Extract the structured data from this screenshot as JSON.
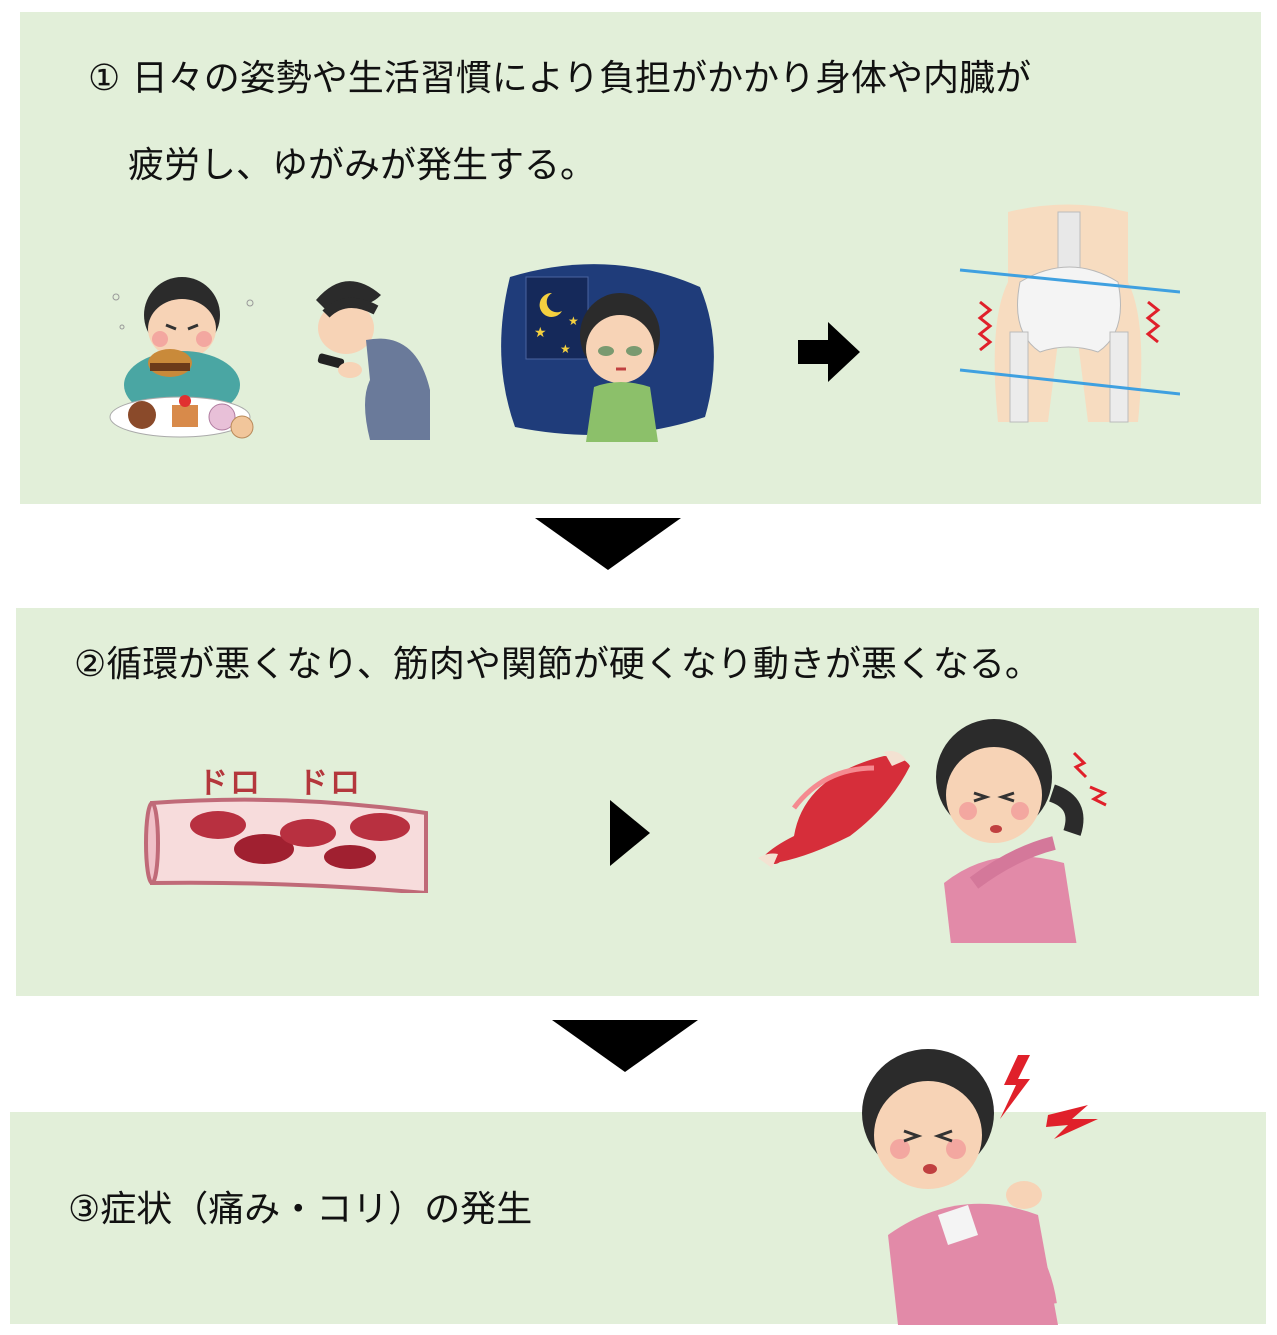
{
  "steps": [
    {
      "line1": "① 日々の姿勢や生活習慣により負担がかかり身体や内臓が",
      "line2": "疲労し、ゆがみが発生する。"
    },
    {
      "text": "②循環が悪くなり、筋肉や関節が硬くなり動きが悪くなる。",
      "label_1": "ドロ",
      "label_2": "ドロ"
    },
    {
      "text": "③症状（痛み・コリ）の発生"
    }
  ],
  "colors": {
    "panel_background": "#e2efd9",
    "arrow": "#000000",
    "pain_accent": "#e0202a",
    "guide_line": "#3fa0e0"
  },
  "icons": [
    "person-overeating-illustration",
    "person-using-smartphone-illustration",
    "person-sleepless-night-illustration",
    "right-arrow-icon",
    "pelvis-distortion-illustration",
    "down-arrow-icon",
    "blood-vessel-clots-illustration",
    "right-triangle-arrow-icon",
    "stiff-muscle-illustration",
    "woman-stiff-shoulder-illustration",
    "woman-shoulder-pain-illustration"
  ]
}
